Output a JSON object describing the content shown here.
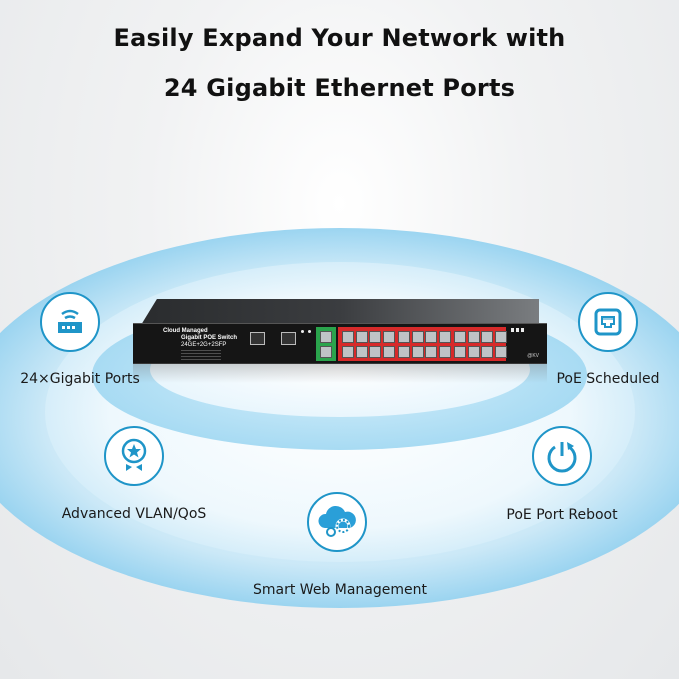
{
  "headline": {
    "line1": "Easily Expand Your Network with",
    "line2": "24 Gigabit Ethernet Ports"
  },
  "product": {
    "label_line1": "Cloud Managed",
    "label_line2": "Gigabit POE Switch",
    "label_line3": "24GE+2G+2SFP",
    "brand": "@KV"
  },
  "features": [
    {
      "label": "24×Gigabit Ports",
      "icon": "router-wifi-icon"
    },
    {
      "label": "PoE Scheduled",
      "icon": "ethernet-port-icon"
    },
    {
      "label": "Advanced VLAN/QoS",
      "icon": "star-badge-icon"
    },
    {
      "label": "PoE Port Reboot",
      "icon": "power-restart-icon"
    },
    {
      "label": "Smart Web Management",
      "icon": "cloud-gears-icon"
    }
  ],
  "colors": {
    "accent": "#1f95c8",
    "poe_red": "#d72a2a",
    "uplink_green": "#2aa44c"
  }
}
